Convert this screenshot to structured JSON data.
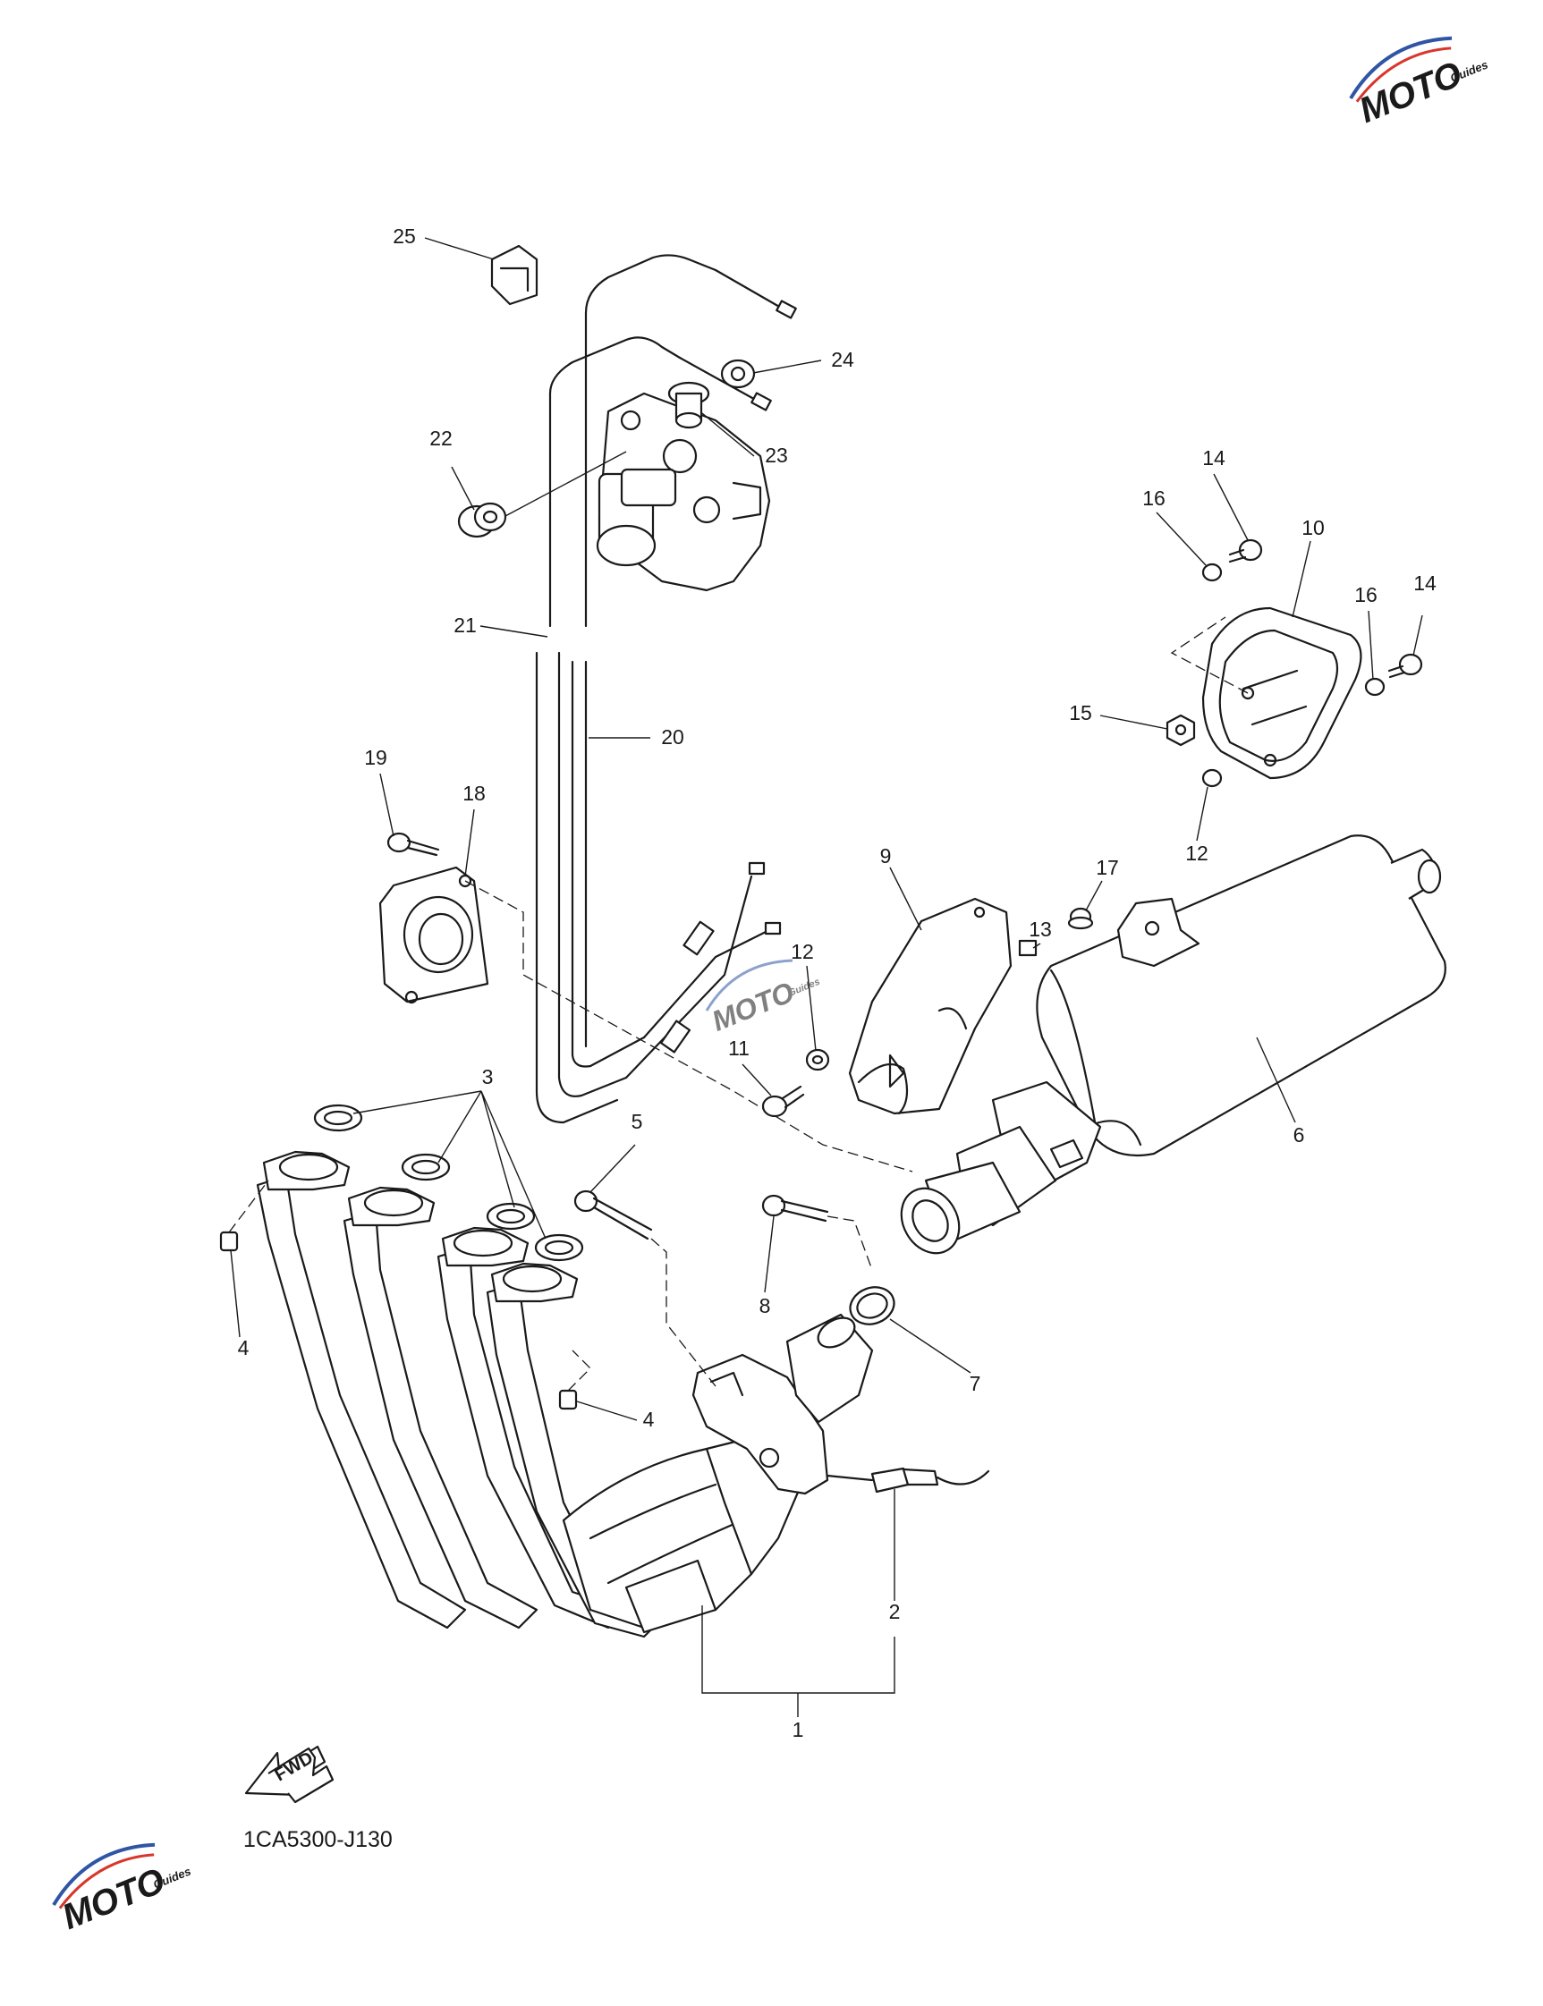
{
  "figure_code": "1CA5300-J130",
  "fwd_label": "FWD",
  "watermark": {
    "text": "MOTO",
    "tagline": "Guides",
    "colors": {
      "red": "#d9362b",
      "blue": "#2f55a4",
      "grey": "#9a9a9a"
    }
  },
  "callouts": [
    "1",
    "2",
    "3",
    "4",
    "4",
    "5",
    "6",
    "7",
    "8",
    "9",
    "10",
    "11",
    "12",
    "12",
    "13",
    "14",
    "14",
    "15",
    "16",
    "16",
    "17",
    "18",
    "19",
    "20",
    "21",
    "22",
    "23",
    "24",
    "25"
  ]
}
